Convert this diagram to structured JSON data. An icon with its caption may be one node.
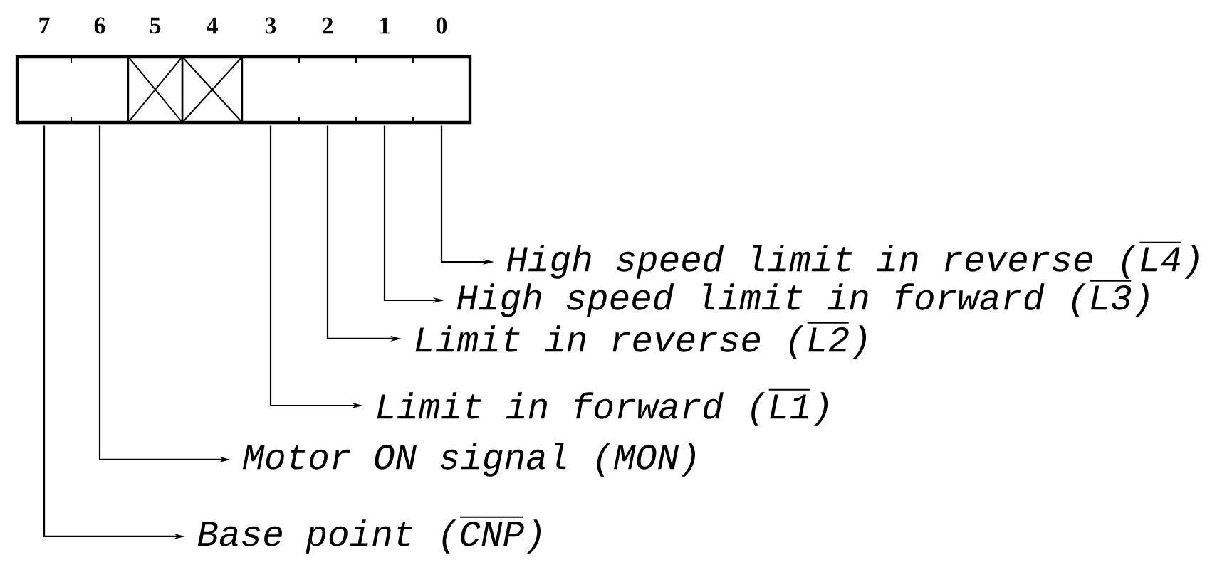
{
  "diagram": {
    "nodes": [
      {
        "text": [
          "7"
        ]
      },
      {
        "text": [
          "6"
        ]
      },
      {
        "text": [
          "5"
        ]
      },
      {
        "text": [
          "4"
        ]
      },
      {
        "text": [
          "3"
        ]
      },
      {
        "text": [
          "2"
        ]
      },
      {
        "text": [
          "1"
        ]
      },
      {
        "text": [
          "0"
        ]
      },
      {
        "text": [
          "High speed limit in reverse",
          "(L4)"
        ]
      },
      {
        "text": [
          "High speed limit in forward",
          "(L3)"
        ]
      },
      {
        "text": [
          "Limit in reverse",
          "(L2)"
        ]
      },
      {
        "text": [
          "Limit in forward",
          "(L1)"
        ]
      },
      {
        "text": [
          "Motor ON signal",
          "(MON)"
        ]
      },
      {
        "text": [
          "Base point",
          "(CNP)"
        ]
      }
    ],
    "edges": [
      {
        "from": 7,
        "to": 8,
        "arrow": "to"
      },
      {
        "from": 6,
        "to": 9,
        "arrow": "to"
      },
      {
        "from": 5,
        "to": 10,
        "arrow": "to"
      },
      {
        "from": 4,
        "to": 11,
        "arrow": "to"
      },
      {
        "from": 1,
        "to": 12,
        "arrow": "to"
      },
      {
        "from": 0,
        "to": 13,
        "arrow": "to"
      }
    ]
  }
}
